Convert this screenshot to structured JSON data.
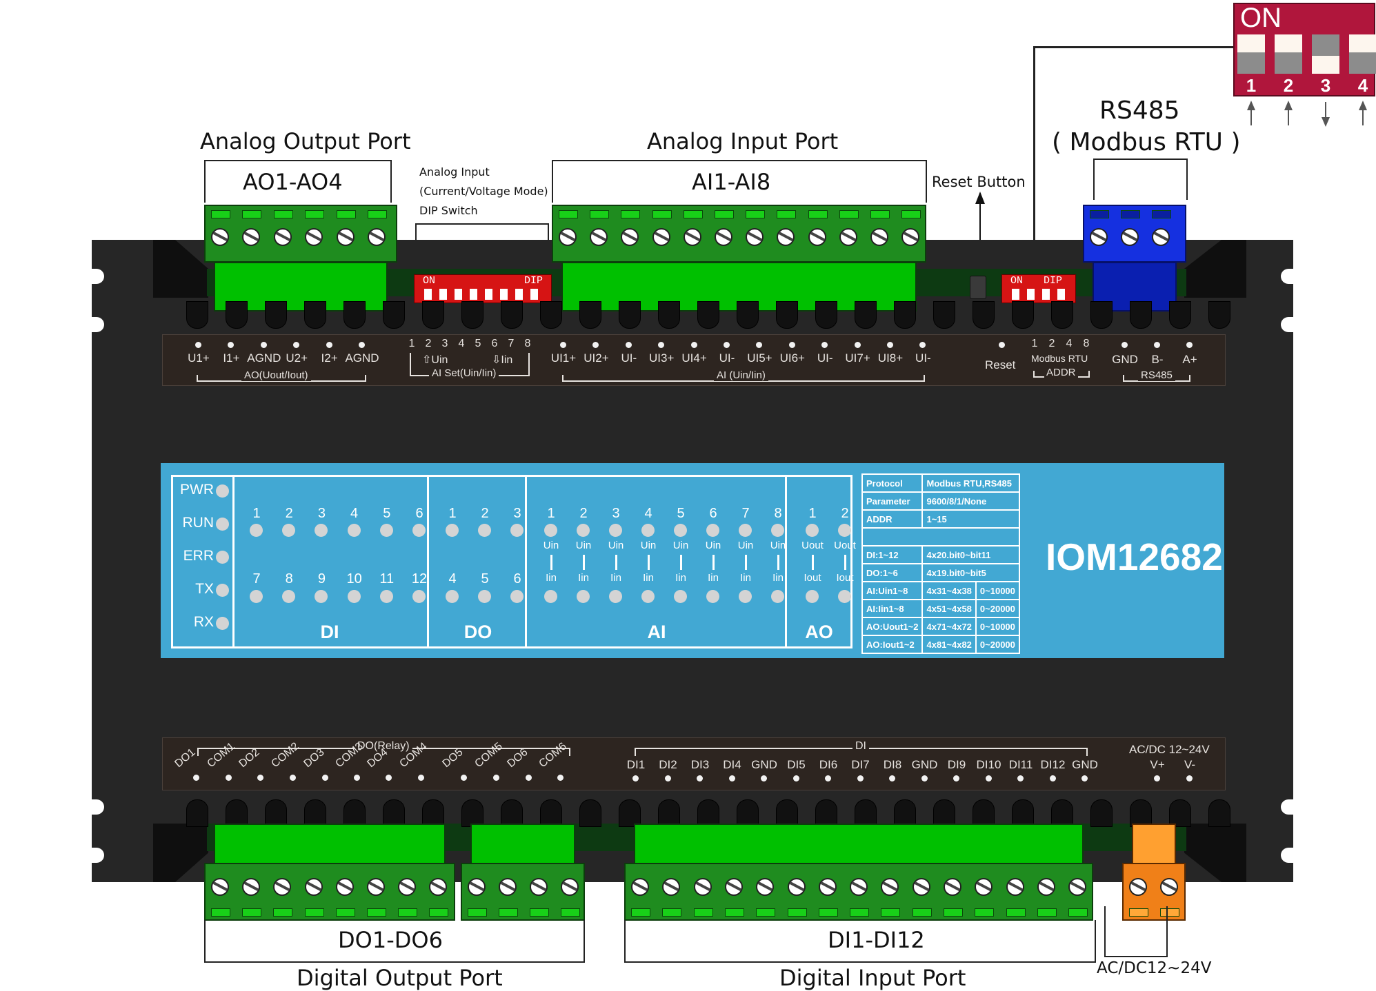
{
  "device": {
    "model": "IOM12682"
  },
  "callouts": {
    "analog_output_port": "Analog Output Port",
    "ao_range": "AO1-AO4",
    "ai_dip_note": [
      "Analog Input",
      "(Current/Voltage Mode)",
      "DIP Switch"
    ],
    "analog_input_port": "Analog Input Port",
    "ai_range": "AI1-AI8",
    "reset_button": "Reset Button",
    "rs485_title": "RS485",
    "rs485_sub": "( Modbus RTU )",
    "do_range": "DO1-DO6",
    "digital_output_port": "Digital Output Port",
    "di_range": "DI1-DI12",
    "digital_input_port": "Digital Input Port",
    "power": "AC/DC12~24V"
  },
  "addr_dip": {
    "label_on": "ON",
    "switches": [
      {
        "num": "1",
        "state": "up"
      },
      {
        "num": "2",
        "state": "up"
      },
      {
        "num": "3",
        "state": "down"
      },
      {
        "num": "4",
        "state": "up"
      }
    ]
  },
  "onboard_dips": {
    "ai_set": {
      "on": "ON",
      "dip": "DIP"
    },
    "addr": {
      "on": "ON",
      "dip": "DIP"
    }
  },
  "top_strip": {
    "ao_pins": [
      "U1+",
      "I1+",
      "AGND",
      "U2+",
      "I2+",
      "AGND"
    ],
    "ao_group": "AO(Uout/Iout)",
    "ai_set_numbers": [
      "1",
      "2",
      "3",
      "4",
      "5",
      "6",
      "7",
      "8"
    ],
    "ai_set_up": "⇧Uin",
    "ai_set_down": "⇩Iin",
    "ai_set_group": "AI Set(Uin/Iin)",
    "ai_pins": [
      "UI1+",
      "UI2+",
      "UI-",
      "UI3+",
      "UI4+",
      "UI-",
      "UI5+",
      "UI6+",
      "UI-",
      "UI7+",
      "UI8+",
      "UI-"
    ],
    "ai_group": "AI (Uin/Iin)",
    "reset": "Reset",
    "addr_numbers": [
      "1",
      "2",
      "4",
      "8"
    ],
    "addr_proto": "Modbus RTU",
    "addr_group": "ADDR",
    "rs485_pins": [
      "GND",
      "B-",
      "A+"
    ],
    "rs485_group": "RS485"
  },
  "panel": {
    "status_leds": [
      "PWR",
      "RUN",
      "ERR",
      "TX",
      "RX"
    ],
    "di": {
      "title": "DI",
      "row1": [
        "1",
        "2",
        "3",
        "4",
        "5",
        "6"
      ],
      "row2": [
        "7",
        "8",
        "9",
        "10",
        "11",
        "12"
      ]
    },
    "do": {
      "title": "DO",
      "row1": [
        "1",
        "2",
        "3"
      ],
      "row2": [
        "4",
        "5",
        "6"
      ]
    },
    "ai": {
      "title": "AI",
      "channels": [
        "1",
        "2",
        "3",
        "4",
        "5",
        "6",
        "7",
        "8"
      ],
      "upper": "Uin",
      "lower": "Iin"
    },
    "ao": {
      "title": "AO",
      "channels": [
        "1",
        "2"
      ],
      "upper": "Uout",
      "lower": "Iout"
    },
    "spec_table": [
      [
        "Protocol",
        "Modbus RTU,RS485",
        ""
      ],
      [
        "Parameter",
        "9600/8/1/None",
        ""
      ],
      [
        "ADDR",
        "1~15",
        ""
      ],
      [
        "",
        "",
        ""
      ],
      [
        "DI:1~12",
        "4x20.bit0~bit11",
        ""
      ],
      [
        "DO:1~6",
        "4x19.bit0~bit5",
        ""
      ],
      [
        "AI:Uin1~8",
        "4x31~4x38",
        "0~10000"
      ],
      [
        "AI:Iin1~8",
        "4x51~4x58",
        "0~20000"
      ],
      [
        "AO:Uout1~2",
        "4x71~4x72",
        "0~10000"
      ],
      [
        "AO:Iout1~2",
        "4x81~4x82",
        "0~20000"
      ]
    ]
  },
  "bottom_strip": {
    "do_group": "DO(Relay)",
    "do_pins": [
      "DO1",
      "COM1",
      "DO2",
      "COM2",
      "DO3",
      "COM3",
      "DO4",
      "COM4",
      "DO5",
      "COM5",
      "DO6",
      "COM6"
    ],
    "di_group": "DI",
    "di_pins": [
      "DI1",
      "DI2",
      "DI3",
      "DI4",
      "GND",
      "DI5",
      "DI6",
      "DI7",
      "DI8",
      "GND",
      "DI9",
      "DI10",
      "DI11",
      "DI12",
      "GND"
    ],
    "power_title": "AC/DC 12~24V",
    "power_pins": [
      "V+",
      "V-"
    ]
  },
  "colors": {
    "panel_blue": "#42a8d3",
    "terminal_green": "#00c000",
    "rs485_blue": "#1530e0",
    "power_orange": "#f08018",
    "dip_red": "#d81818",
    "addr_dip_crimson": "#b0163c",
    "case_black": "#262626"
  }
}
